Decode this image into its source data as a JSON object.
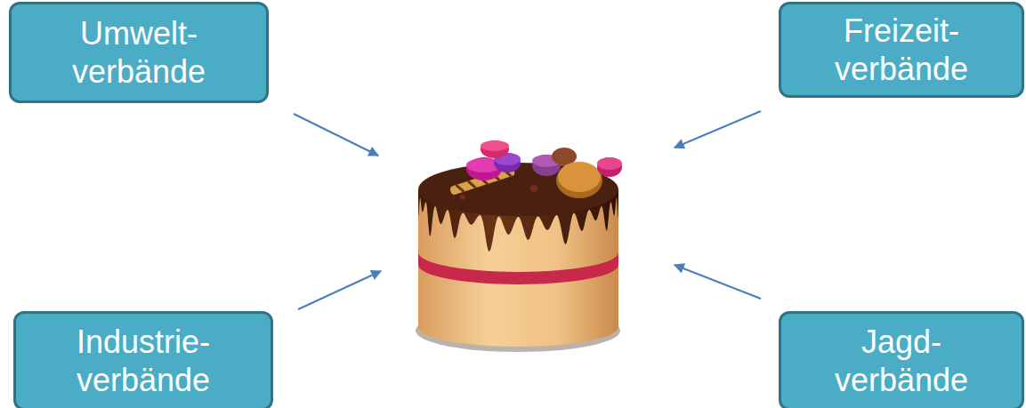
{
  "diagram": {
    "nodes": [
      {
        "text": [
          "Umwelt- verbände"
        ]
      },
      {
        "text": [
          "Freizeit- verbände"
        ]
      },
      {
        "text": [
          "Industrie- verbände"
        ]
      },
      {
        "text": [
          "Jagd- verbände"
        ]
      }
    ]
  }
}
